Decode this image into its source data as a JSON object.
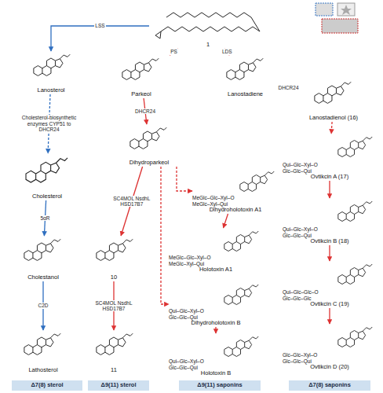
{
  "diagram": {
    "nodes": [
      {
        "text": [
          "1"
        ]
      },
      {
        "text": [
          "Lanosterol"
        ]
      },
      {
        "text": [
          "Parkeol"
        ]
      },
      {
        "text": [
          "Lanostadiene"
        ]
      },
      {
        "text": [
          "Lanostadienol (16)"
        ]
      },
      {
        "text": [
          "Cholesterol"
        ]
      },
      {
        "text": [
          "Dihydroparkeol"
        ]
      },
      {
        "text": [
          "Dihydroholotoxin A1",
          "MeGlc–Glc–Xyl–O",
          "MeGlc–Xyl–Qui"
        ]
      },
      {
        "text": [
          "Ovtikcin A (17)",
          "Qui–Glc–Xyl–O",
          "Glc–Glc–Qui"
        ]
      },
      {
        "text": [
          "Cholestanol"
        ]
      },
      {
        "text": [
          "10"
        ]
      },
      {
        "text": [
          "Holotoxin A1",
          "MeGlc–Glc–Xyl–O",
          "MeGlc–Xyl–Qui"
        ]
      },
      {
        "text": [
          "Ovtikcin B (18)",
          "Qui–Glc–Xyl–O",
          "Glc–Glc–Qui"
        ]
      },
      {
        "text": [
          "Dihydroholotoxin B",
          "Qui–Glc–Xyl–O",
          "Glc–Glc–Qui"
        ]
      },
      {
        "text": [
          "Ovtikcin C (19)",
          "Qui–Glc–Glc–O",
          "Glc–Glc–Glc"
        ]
      },
      {
        "text": [
          "Lathosterol"
        ]
      },
      {
        "text": [
          "11"
        ]
      },
      {
        "text": [
          "Holotoxin B",
          "Qui–Glc–Xyl–O",
          "Glc–Glc–Qui"
        ]
      },
      {
        "text": [
          "Ovtikcin D (20)",
          "Glc–Glc–Xyl–O",
          "Glc–Glc–Qui"
        ]
      },
      {
        "text": [
          "Δ7(8) sterol"
        ]
      },
      {
        "text": [
          "Δ9(11) sterol"
        ]
      },
      {
        "text": [
          "Δ9(11) saponins"
        ]
      },
      {
        "text": [
          "Δ7(8) saponins"
        ]
      }
    ],
    "edges": [
      {
        "from": 0,
        "to": 1,
        "label": "LSS",
        "arrow": "to"
      },
      {
        "from": 0,
        "to": 2,
        "label": "PS",
        "arrow": "to"
      },
      {
        "from": 0,
        "to": 3,
        "label": "LDS",
        "arrow": "to"
      },
      {
        "from": 1,
        "to": 5,
        "label": "Cholesterol-biosynthetic enzymes CYP51 to DHCR24",
        "arrow": "to"
      },
      {
        "from": 2,
        "to": 6,
        "label": "DHCR24",
        "arrow": "to"
      },
      {
        "from": 3,
        "to": 4,
        "label": "DHCR24",
        "arrow": "to"
      },
      {
        "from": 5,
        "to": 9,
        "label": "5αR",
        "arrow": "to"
      },
      {
        "from": 6,
        "to": 10,
        "label": "SC4MOL NsdhL HSD17B7",
        "arrow": "to"
      },
      {
        "from": 6,
        "to": 7,
        "arrow": "to"
      },
      {
        "from": 6,
        "to": 13,
        "arrow": "to"
      },
      {
        "from": 7,
        "to": 11,
        "arrow": "to"
      },
      {
        "from": 13,
        "to": 17,
        "arrow": "to"
      },
      {
        "from": 4,
        "to": 8,
        "arrow": "to"
      },
      {
        "from": 8,
        "to": 12,
        "arrow": "to"
      },
      {
        "from": 12,
        "to": 14,
        "arrow": "to"
      },
      {
        "from": 14,
        "to": 18,
        "arrow": "to"
      },
      {
        "from": 9,
        "to": 15,
        "label": "C2D",
        "arrow": "to"
      },
      {
        "from": 10,
        "to": 16,
        "label": "SC4MOL NsdhL HSD17B7",
        "arrow": "to"
      }
    ]
  }
}
